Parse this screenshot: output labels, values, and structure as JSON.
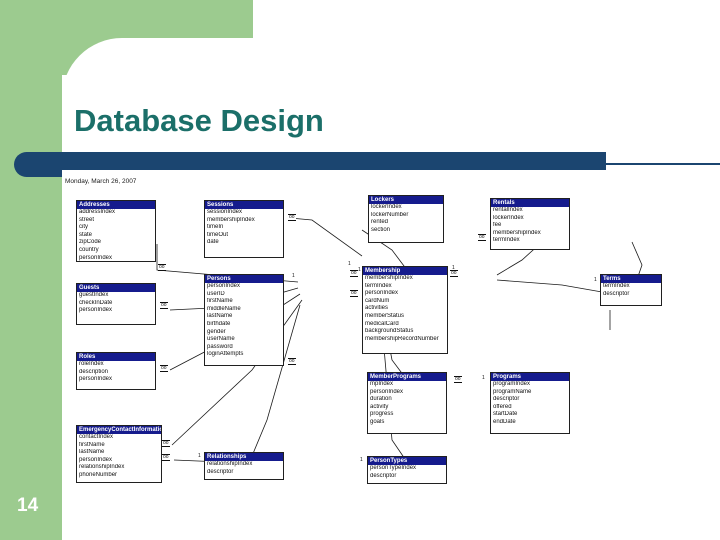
{
  "slide": {
    "title": "Database Design",
    "page_number": "14",
    "colors": {
      "title_teal": "#1b6f69",
      "sidebar_green": "#9ccb8f",
      "bar_navy": "#1b4570",
      "table_header_blue": "#151b8d"
    }
  },
  "diagram": {
    "date_label": "Monday, March 26, 2007",
    "tables": [
      {
        "name": "Addresses",
        "fields": [
          "addressIndex",
          "street",
          "city",
          "state",
          "zipCode",
          "country",
          "personIndex"
        ]
      },
      {
        "name": "Guests",
        "fields": [
          "guestIndex",
          "checkInDate",
          "personIndex"
        ]
      },
      {
        "name": "Roles",
        "fields": [
          "roleIndex",
          "description",
          "personIndex"
        ]
      },
      {
        "name": "EmergencyContactInformation",
        "fields": [
          "contactIndex",
          "firstName",
          "lastName",
          "personIndex",
          "relationshipIndex",
          "phoneNumber"
        ]
      },
      {
        "name": "Sessions",
        "fields": [
          "sessionIndex",
          "membershipIndex",
          "timeIn",
          "timeOut",
          "date"
        ]
      },
      {
        "name": "Persons",
        "fields": [
          "personIndex",
          "userID",
          "firstName",
          "middleName",
          "lastName",
          "birthdate",
          "gender",
          "userName",
          "password",
          "loginAttempts"
        ]
      },
      {
        "name": "Relationships",
        "fields": [
          "relationshipIndex",
          "descriptor"
        ]
      },
      {
        "name": "Lockers",
        "fields": [
          "lockerIndex",
          "lockerNumber",
          "rented",
          "section"
        ]
      },
      {
        "name": "Membership",
        "fields": [
          "membershipIndex",
          "termIndex",
          "personIndex",
          "cardNum",
          "activities",
          "memberStatus",
          "medicalCard",
          "backgroundStatus",
          "membershipRecordNumber"
        ]
      },
      {
        "name": "MemberPrograms",
        "fields": [
          "mpIndex",
          "personIndex",
          "duration",
          "activity",
          "progress",
          "goals"
        ]
      },
      {
        "name": "PersonTypes",
        "fields": [
          "personTypeIndex",
          "descriptor"
        ]
      },
      {
        "name": "Rentals",
        "fields": [
          "rentalIndex",
          "lockerIndex",
          "fee",
          "membershipIndex",
          "termIndex"
        ]
      },
      {
        "name": "Terms",
        "fields": [
          "termIndex",
          "descriptor"
        ]
      },
      {
        "name": "Programs",
        "fields": [
          "programIndex",
          "programName",
          "descriptor",
          "offered",
          "startDate",
          "endDate"
        ]
      }
    ],
    "cardinality_labels": [
      "oo",
      "oo",
      "oo",
      "oo",
      "oo",
      "oo",
      "oo",
      "oo",
      "oo",
      "oo",
      "oo",
      "oo"
    ],
    "one_labels": [
      "1",
      "1",
      "1",
      "1",
      "1",
      "1",
      "1",
      "1"
    ]
  }
}
